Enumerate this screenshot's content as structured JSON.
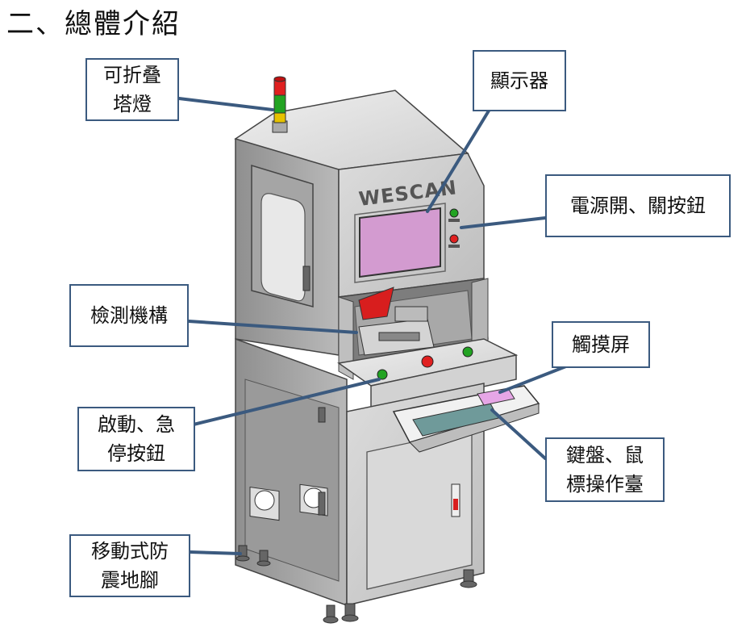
{
  "heading": "二、總體介紹",
  "brand": "WESCAN",
  "callouts": {
    "tower_light": [
      "可折叠",
      "塔燈"
    ],
    "display": [
      "顯示器"
    ],
    "power_buttons": [
      "電源開、關按鈕"
    ],
    "detection": [
      "檢測機構"
    ],
    "touchscreen": [
      "觸摸屏"
    ],
    "start_stop": [
      "啟動、急",
      "停按鈕"
    ],
    "keyboard_mouse": [
      "鍵盤、鼠",
      "標操作臺"
    ],
    "feet": [
      "移動式防",
      "震地腳"
    ]
  },
  "colors": {
    "callout_border": "#3b5a7f",
    "leader_line": "#3b5a7f",
    "screen": "#d39bd0",
    "machine_body": "#c9c9c9",
    "light_red": "#e02020",
    "light_green": "#22a322",
    "light_yellow": "#e6c200"
  }
}
